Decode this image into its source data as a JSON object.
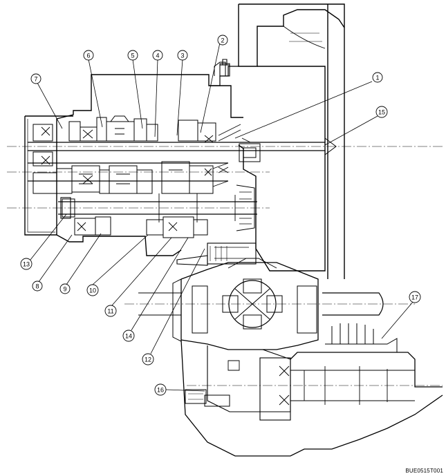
{
  "figure_code": "BUE0515T001",
  "callouts": [
    {
      "n": "1"
    },
    {
      "n": "2"
    },
    {
      "n": "3"
    },
    {
      "n": "4"
    },
    {
      "n": "5"
    },
    {
      "n": "6"
    },
    {
      "n": "7"
    },
    {
      "n": "8"
    },
    {
      "n": "9"
    },
    {
      "n": "10"
    },
    {
      "n": "11"
    },
    {
      "n": "12"
    },
    {
      "n": "13"
    },
    {
      "n": "14"
    },
    {
      "n": "15"
    },
    {
      "n": "16"
    },
    {
      "n": "17"
    }
  ]
}
